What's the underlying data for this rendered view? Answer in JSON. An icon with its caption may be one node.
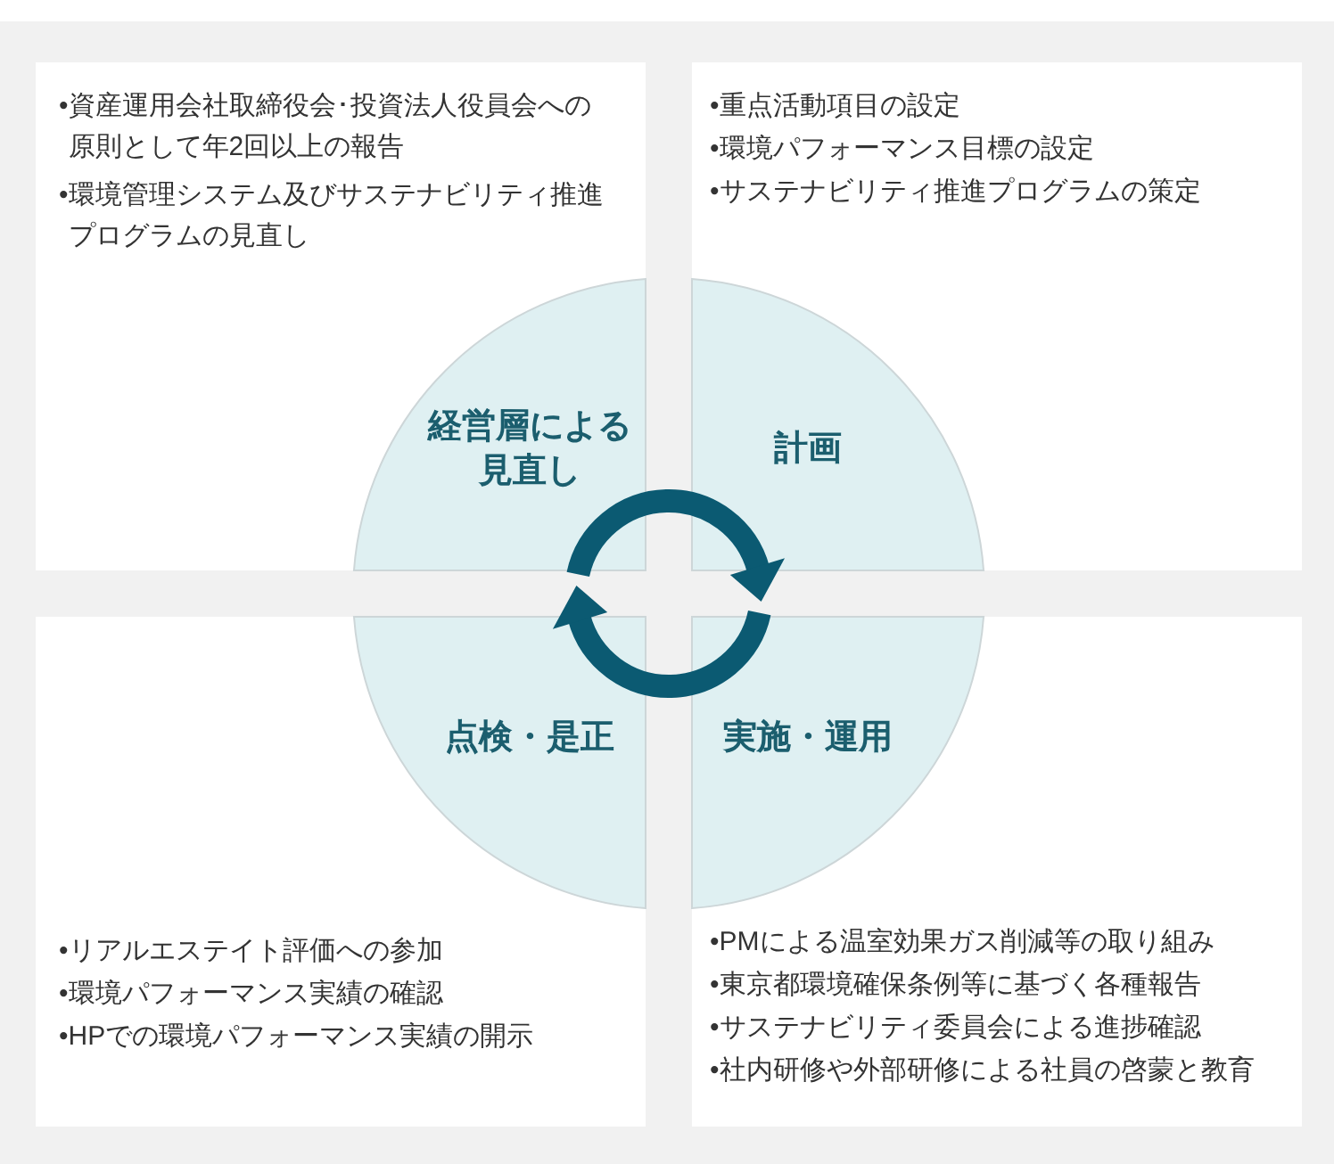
{
  "diagram": {
    "nodes": [
      {
        "text": [
          "•資産運用会社取締役会･投資法人役員会への原則として年2回以上の報告",
          "•環境管理システム及びサステナビリティ推進プログラムの見直し"
        ]
      },
      {
        "text": [
          "経営層による見直し"
        ],
        "in": 0
      },
      {
        "text": [
          "•重点活動項目の設定",
          "•環境パフォーマンス目標の設定",
          "•サステナビリティ推進プログラムの策定"
        ]
      },
      {
        "text": [
          "計画"
        ],
        "in": 2
      },
      {
        "text": [
          "•リアルエステイト評価への参加",
          "•環境パフォーマンス実績の確認",
          "•HPでの環境パフォーマンス実績の開示"
        ]
      },
      {
        "text": [
          "点検・是正"
        ],
        "in": 4
      },
      {
        "text": [
          "•PMによる温室効果ガス削減等の取り組み",
          "•東京都環境確保条例等に基づく各種報告",
          "•サステナビリティ委員会による進捗確認",
          "•社内研修や外部研修による社員の啓蒙と教育"
        ]
      },
      {
        "text": [
          "実施・運用"
        ],
        "in": 6
      }
    ]
  }
}
